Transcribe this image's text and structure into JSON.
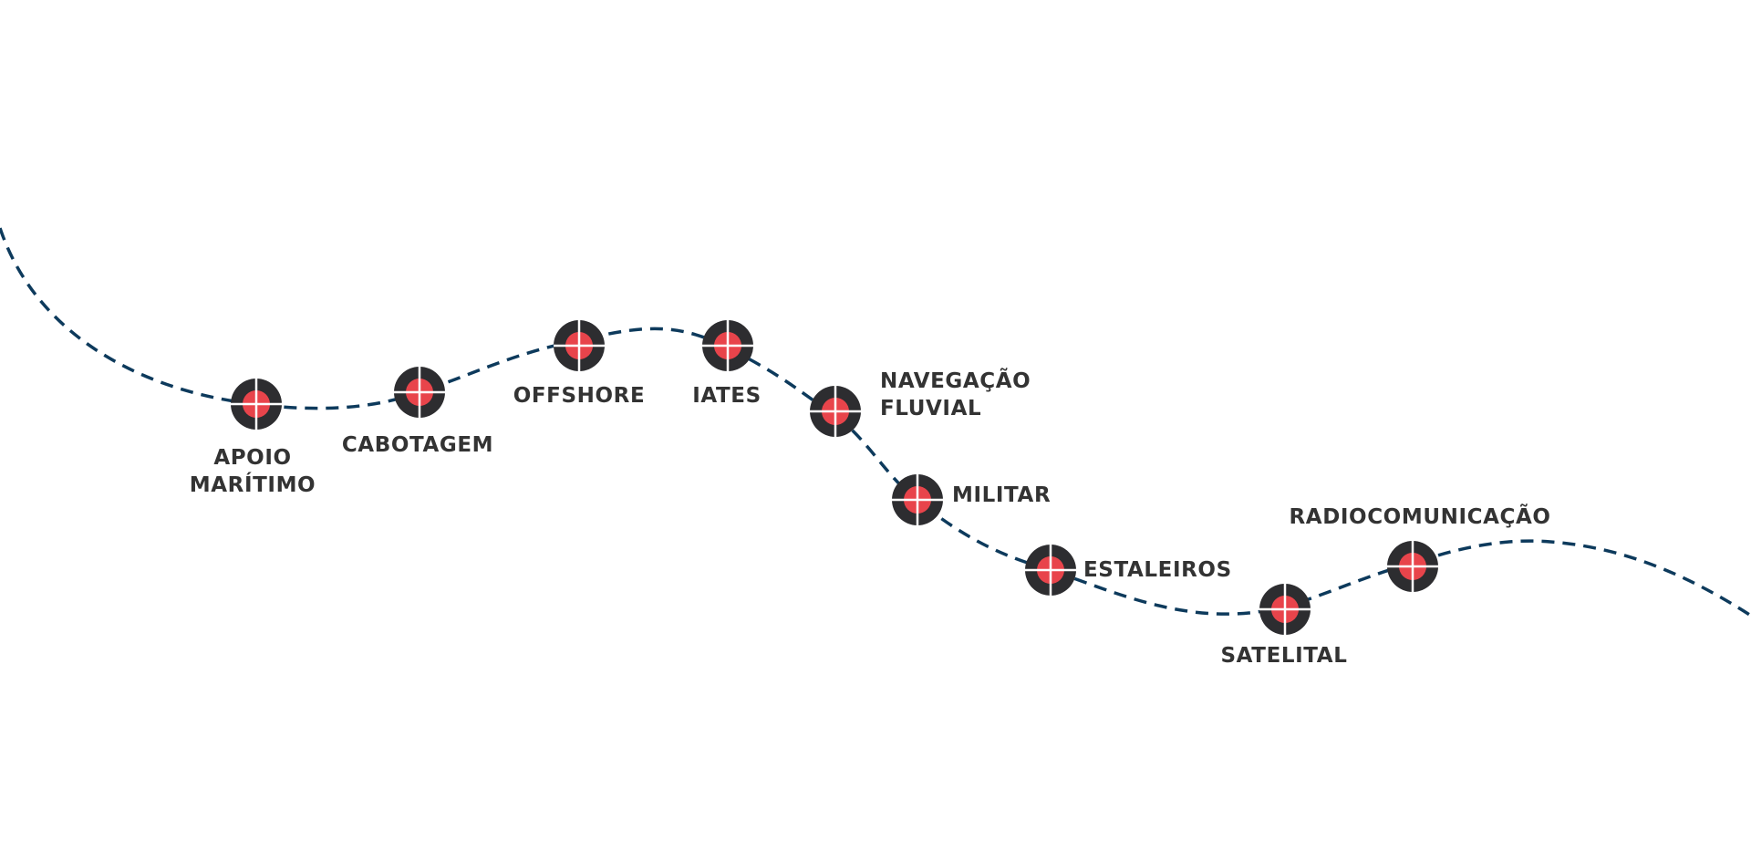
{
  "colors": {
    "path": "#0d3a5c",
    "ring": "#2d2d30",
    "core": "#e8444b",
    "crosshair": "#ffffff",
    "label": "#333333",
    "background": "#ffffff"
  },
  "nodes": [
    {
      "id": "apoio-maritimo",
      "lines": [
        "APOIO",
        "MARÍTIMO"
      ]
    },
    {
      "id": "cabotagem",
      "lines": [
        "CABOTAGEM"
      ]
    },
    {
      "id": "offshore",
      "lines": [
        "OFFSHORE"
      ]
    },
    {
      "id": "iates",
      "lines": [
        "IATES"
      ]
    },
    {
      "id": "navegacao-fluvial",
      "lines": [
        "NAVEGAÇÃO",
        "FLUVIAL"
      ]
    },
    {
      "id": "militar",
      "lines": [
        "MILITAR"
      ]
    },
    {
      "id": "estaleiros",
      "lines": [
        "ESTALEIROS"
      ]
    },
    {
      "id": "satelital",
      "lines": [
        "SATELITAL"
      ]
    },
    {
      "id": "radiocomunicacao",
      "lines": [
        "RADIOCOMUNICAÇÃO"
      ]
    }
  ]
}
